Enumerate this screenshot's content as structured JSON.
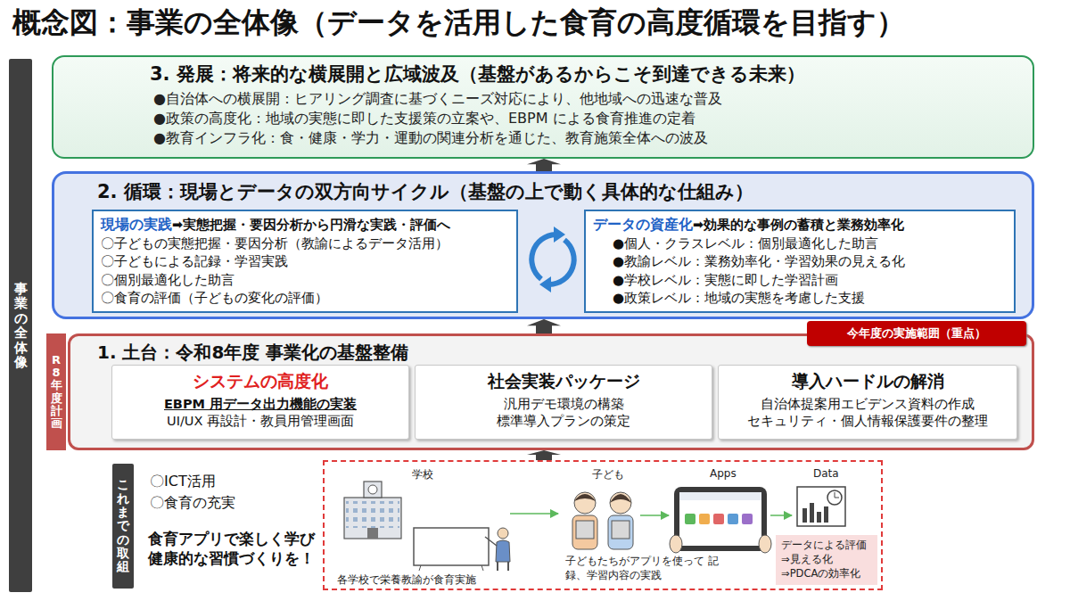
{
  "diagram": {
    "title": "概念図：事業の全体像（データを活用した食育の高度循環を目指す）",
    "nodes": [
      {
        "text": [
          "事業の全体像"
        ]
      },
      {
        "text": [
          "3. 発展：将来的な横展開と広域波及（基盤があるからこそ到達できる未来）",
          "●自治体への横展開：ヒアリング調査に基づくニーズ対応により、他地域への迅速な普及",
          "●政策の高度化：地域の実態に即した支援策の立案や、EBPM による食育推進の定着",
          "●教育インフラ化：食・健康・学力・運動の関連分析を通じた、教育施策全体への波及"
        ]
      },
      {
        "text": [
          "2. 循環：現場とデータの双方向サイクル（基盤の上で動く具体的な仕組み）"
        ]
      },
      {
        "text": [
          "現場の実践",
          "➡実態把握・要因分析から円滑な実践・評価へ",
          "〇子どもの実態把握・要因分析（教諭によるデータ活用）",
          "〇子どもによる記録・学習実践",
          "〇個別最適化した助言",
          "〇食育の評価（子どもの変化の評価）"
        ],
        "in": 2
      },
      {
        "text": [
          "データの資産化",
          "➡効果的な事例の蓄積と業務効率化",
          "●個人・クラスレベル：個別最適化した助言",
          "●教諭レベル：業務効率化・学習効果の見える化",
          "●学校レベル：実態に即した学習計画",
          "●政策レベル：地域の実態を考慮した支援"
        ],
        "in": 2
      },
      {
        "text": [
          "1. 土台：令和8年度 事業化の基盤整備"
        ]
      },
      {
        "text": [
          "今年度の実施範囲（重点）"
        ],
        "in": 5
      },
      {
        "text": [
          "R8年度計画"
        ]
      },
      {
        "text": [
          "システムの高度化",
          "EBPM 用データ出力機能の実装",
          "UI/UX 再設計・教員用管理画面"
        ],
        "in": 5
      },
      {
        "text": [
          "社会実装パッケージ",
          "汎用デモ環境の構築",
          "標準導入プランの策定"
        ],
        "in": 5
      },
      {
        "text": [
          "導入ハードルの解消",
          "自治体提案用エビデンス資料の作成",
          "セキュリティ・個人情報保護要件の整理"
        ],
        "in": 5
      },
      {
        "text": [
          "これまでの取組"
        ]
      },
      {
        "text": [
          "学校",
          "子ども",
          "Apps",
          "Data",
          "各学校で栄養教諭が食育実施",
          "子どもたちがアプリを使って 記録、学習内容の実践"
        ]
      },
      {
        "text": [
          "データによる評価",
          "⇒見える化",
          "⇒PDCAの効率化"
        ],
        "in": 12
      }
    ],
    "edges": [
      {
        "from": 12,
        "to": 5,
        "arrow": "to"
      },
      {
        "from": 5,
        "to": 2,
        "arrow": "to"
      },
      {
        "from": 2,
        "to": 1,
        "arrow": "to"
      }
    ],
    "labels": [
      "〇ICT活用",
      "〇食育の充実",
      "食育アプリで楽しく学び 健康的な習慣づくりを！"
    ]
  }
}
